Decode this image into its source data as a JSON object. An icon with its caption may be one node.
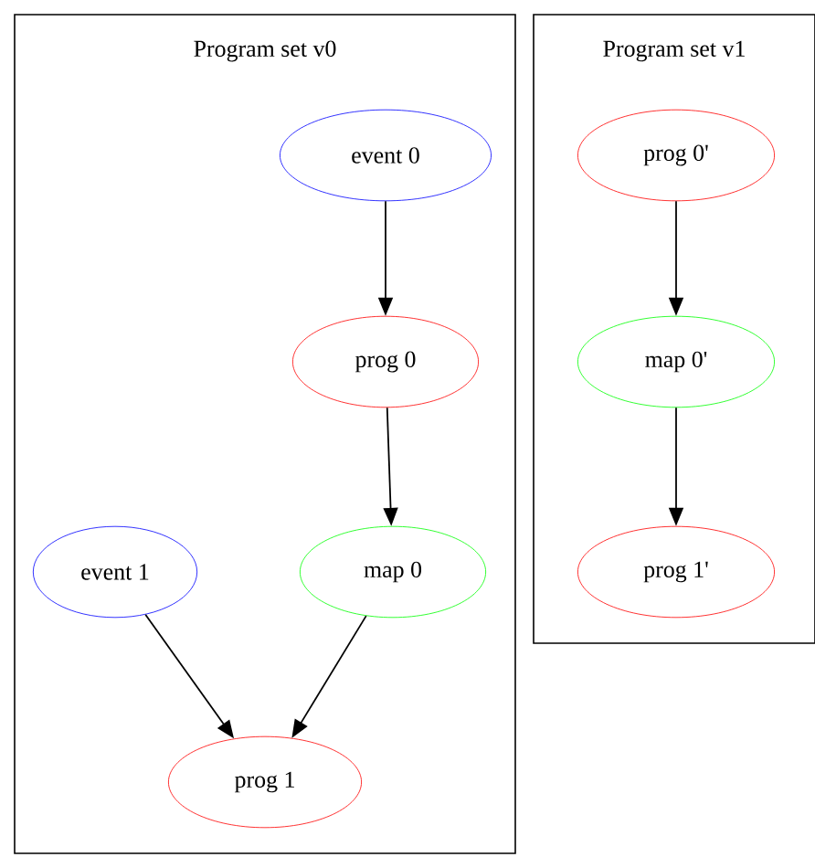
{
  "diagram": {
    "nodes": [
      {
        "text": [
          "Program set v0"
        ]
      },
      {
        "text": [
          "event 0"
        ],
        "in": 0
      },
      {
        "text": [
          "prog 0"
        ],
        "in": 0
      },
      {
        "text": [
          "event 1"
        ],
        "in": 0
      },
      {
        "text": [
          "map 0"
        ],
        "in": 0
      },
      {
        "text": [
          "prog 1"
        ],
        "in": 0
      },
      {
        "text": [
          "Program set v1"
        ]
      },
      {
        "text": [
          "prog 0'"
        ],
        "in": 6
      },
      {
        "text": [
          "map 0'"
        ],
        "in": 6
      },
      {
        "text": [
          "prog 1'"
        ],
        "in": 6
      }
    ],
    "edges": [
      {
        "from": 1,
        "to": 2,
        "arrow": "to"
      },
      {
        "from": 2,
        "to": 4,
        "arrow": "to"
      },
      {
        "from": 3,
        "to": 5,
        "arrow": "to"
      },
      {
        "from": 4,
        "to": 5,
        "arrow": "to"
      },
      {
        "from": 7,
        "to": 8,
        "arrow": "to"
      },
      {
        "from": 8,
        "to": 9,
        "arrow": "to"
      }
    ]
  }
}
